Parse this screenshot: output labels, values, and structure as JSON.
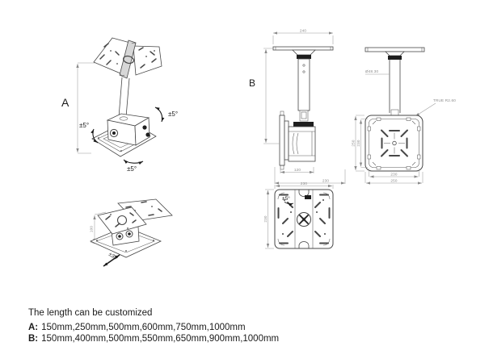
{
  "colors": {
    "background": "#ffffff",
    "outline": "#474747",
    "dimension_lines": "#9c9c9c",
    "text": "#1b1b1b",
    "dark_fill": "#1e1e1e"
  },
  "views": {
    "iso_assembled": {
      "dim_label": "A",
      "tilt_left": "±5°",
      "tilt_right": "±5°",
      "pan_bottom": "±5°"
    },
    "iso_folded": {
      "height_dim": "100",
      "slide_range": "±35"
    },
    "side_view": {
      "dim_label": "B",
      "ceiling_plate_width": "240",
      "bracket_depth": "120",
      "overall_depth": "230"
    },
    "front_view": {
      "pole_diameter": "Ø48.30",
      "corner_radius_note": "TRUE R2.60",
      "plate_height_outer": "250",
      "plate_height_inner": "230",
      "plate_width_inner": "230",
      "plate_width_outer": "250"
    },
    "plate_view": {
      "width_dim": "230",
      "height_dim": "230",
      "tilt_range": "±5°"
    }
  },
  "footer": {
    "title": "The length can be customized",
    "option_a_label": "A:",
    "option_a_values": "150mm,250mm,500mm,600mm,750mm,1000mm",
    "option_b_label": "B:",
    "option_b_values": "150mm,400mm,500mm,550mm,650mm,900mm,1000mm"
  }
}
